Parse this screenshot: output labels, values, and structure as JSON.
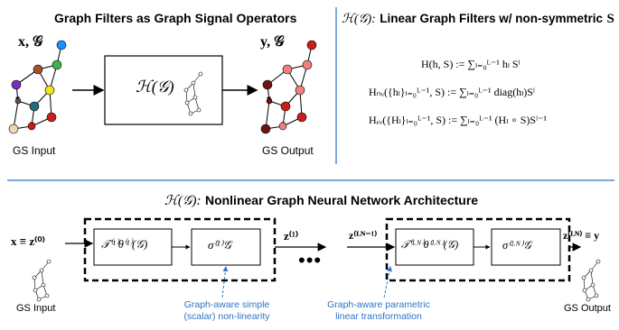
{
  "top_left": {
    "title": "Graph Filters as Graph Signal Operators",
    "input_label": "x, 𝒢",
    "output_label": "y, 𝒢",
    "operator_label": "ℋ(𝒢)",
    "input_caption": "GS Input",
    "output_caption": "GS Output"
  },
  "top_right": {
    "title_prefix": "ℋ(𝒢):",
    "title": "Linear Graph Filters w/ non-symmetric",
    "title_symbol": "S",
    "eq1": "H(h, S) := ∑ₗ₌₀ᴸ⁻¹ hₗ Sˡ",
    "eq2": "Hₙᵥ({hₗ}ₗ₌₀ᴸ⁻¹, S) := ∑ₗ₌₀ᴸ⁻¹ diag(hₗ)Sˡ",
    "eq3": "Hₑᵥ({Hₗ}ₗ₌₀ᴸ⁻¹, S) := ∑ₗ₌₀ᴸ⁻¹ (Hₗ ∘ S)Sˡ⁻¹"
  },
  "bottom": {
    "title_prefix": "ℋ(𝒢):",
    "title": "Nonlinear Graph Neural Network Architecture",
    "input_eq": "x ≡ z⁽⁰⁾",
    "z1": "z⁽¹⁾",
    "zLm1": "z⁽ᴸᴺ⁻¹⁾",
    "zLy": "z⁽ᴸᴺ⁾ ≡ y",
    "T1": "𝒯⁽¹⁾θ⁽¹⁾(𝒢)",
    "s1": "σ⁽¹⁾𝒢",
    "TL": "𝒯⁽ᴸᴺ⁾θ⁽ᴸᴺ⁾(𝒢)",
    "sL": "σ⁽ᴸᴺ⁾𝒢",
    "dots": "•••",
    "input_caption": "GS Input",
    "output_caption": "GS Output",
    "note_nonlin_1": "Graph-aware simple",
    "note_nonlin_2": "(scalar) non-linearity",
    "note_lin_1": "Graph-aware parametric",
    "note_lin_2": "linear transformation"
  },
  "colors": {
    "divider": "#2f74c4",
    "note": "#2f74c4",
    "node_blue": "#1e90ff",
    "node_green": "#3cb44b",
    "node_brown": "#a0522d",
    "node_purple": "#7b2fbe",
    "node_yellow": "#f5e31a",
    "node_teal": "#1f6b82",
    "node_red": "#c81e1e",
    "node_tan": "#f0d7b4",
    "node_dark": "#6b1414",
    "node_pink": "#f08080"
  }
}
